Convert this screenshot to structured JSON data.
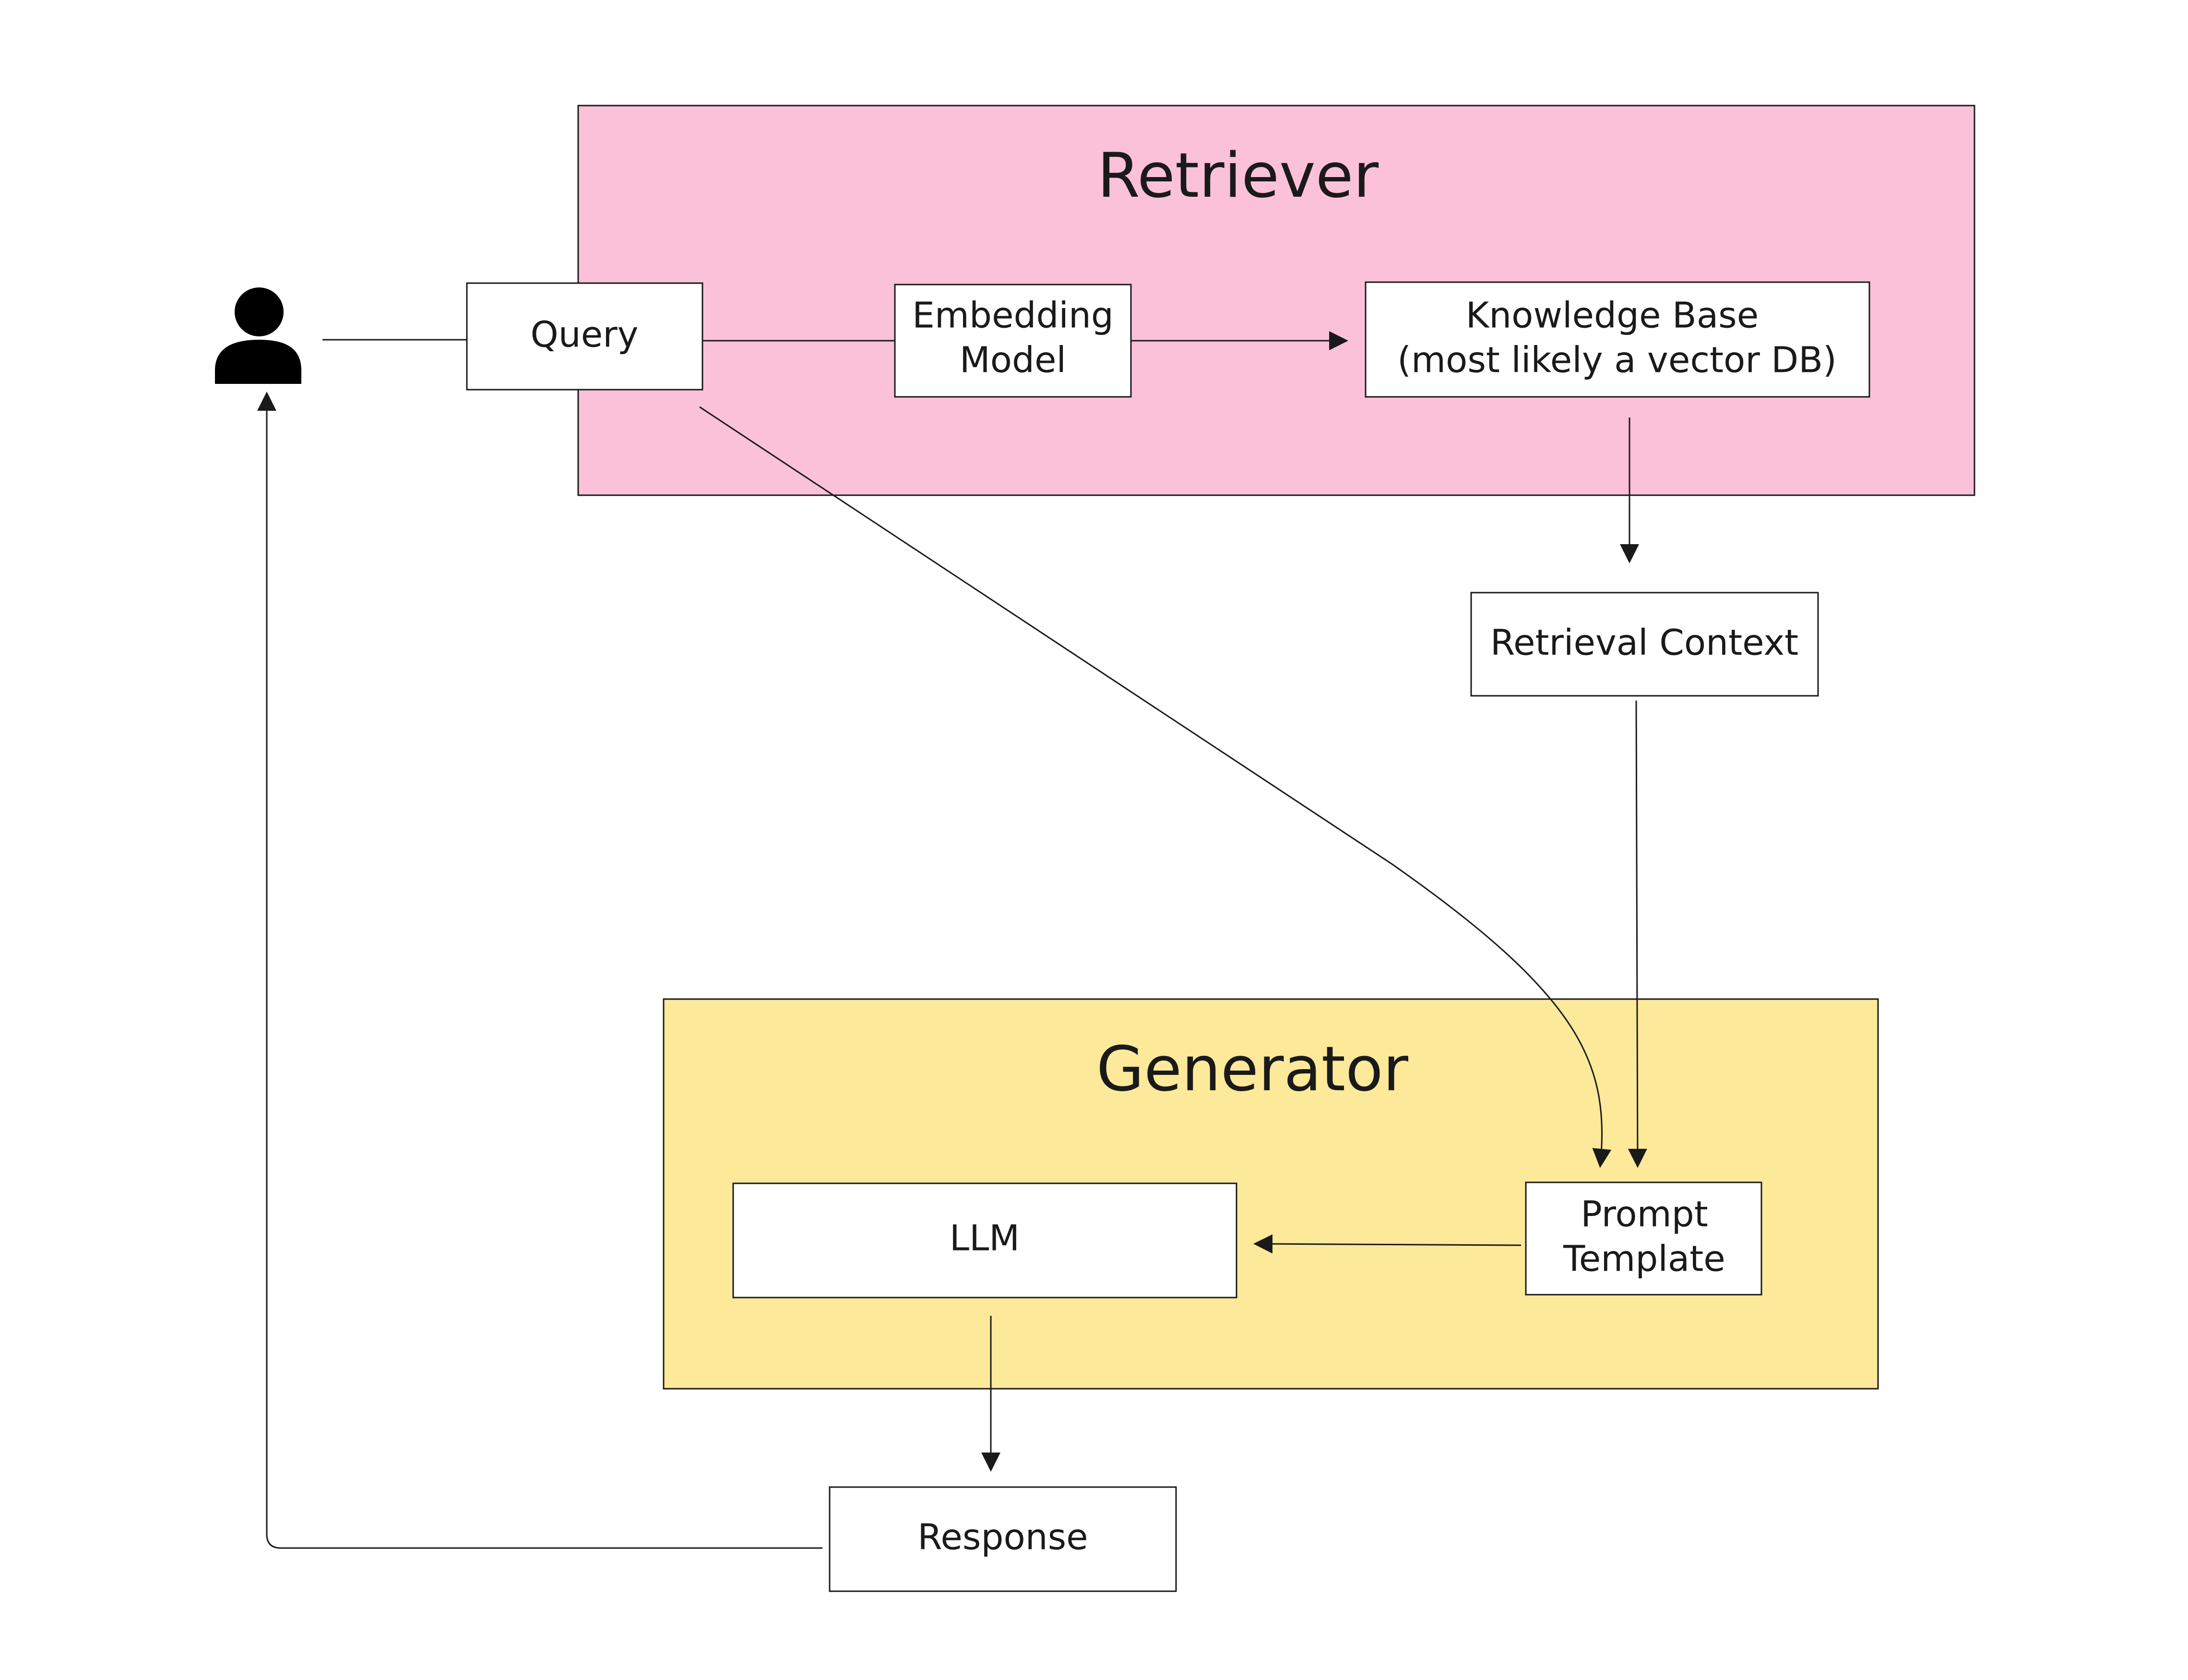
{
  "groups": {
    "retriever": {
      "title": "Retriever",
      "fill": "#fbc1d8"
    },
    "generator": {
      "title": "Generator",
      "fill": "#fde99a"
    }
  },
  "nodes": {
    "query": {
      "lines": [
        "Query"
      ]
    },
    "embedding_model": {
      "lines": [
        "Embedding",
        "Model"
      ]
    },
    "knowledge_base": {
      "lines": [
        "Knowledge Base",
        "(most likely a vector DB)"
      ]
    },
    "retrieval_context": {
      "lines": [
        "Retrieval Context"
      ]
    },
    "llm": {
      "lines": [
        "LLM"
      ]
    },
    "prompt_template": {
      "lines": [
        "Prompt",
        "Template"
      ]
    },
    "response": {
      "lines": [
        "Response"
      ]
    }
  },
  "actor": {
    "icon": "user-icon"
  },
  "edges": [
    {
      "from": "user",
      "to": "query",
      "arrow": false
    },
    {
      "from": "query",
      "to": "embedding_model",
      "arrow": false
    },
    {
      "from": "embedding_model",
      "to": "knowledge_base",
      "arrow": true
    },
    {
      "from": "knowledge_base",
      "to": "retrieval_context",
      "arrow": true
    },
    {
      "from": "retrieval_context",
      "to": "prompt_template",
      "arrow": true
    },
    {
      "from": "query",
      "to": "prompt_template",
      "arrow": true
    },
    {
      "from": "prompt_template",
      "to": "llm",
      "arrow": true
    },
    {
      "from": "llm",
      "to": "response",
      "arrow": true
    },
    {
      "from": "response",
      "to": "user",
      "arrow": true
    }
  ],
  "colors": {
    "stroke": "#1a1a1a",
    "node_fill": "#ffffff"
  }
}
